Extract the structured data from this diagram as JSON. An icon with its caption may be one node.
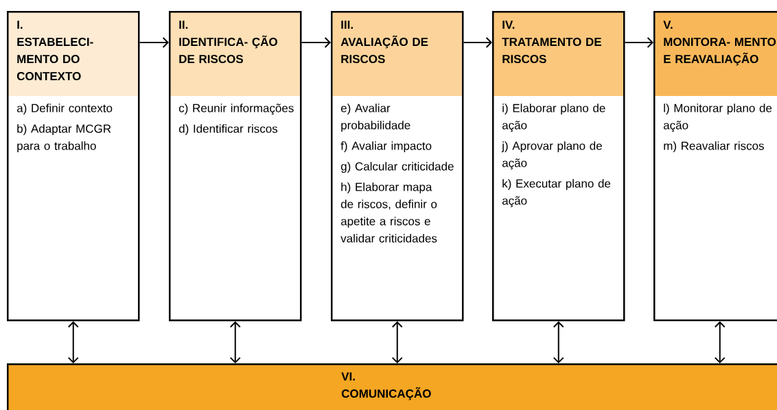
{
  "diagram": {
    "nodes": [
      {
        "text": [
          "I.",
          "ESTABELECI- MENTO DO CONTEXTO",
          "a) Definir contexto",
          "b) Adaptar MCGR para o trabalho"
        ]
      },
      {
        "text": [
          "II.",
          "IDENTIFICA- ÇÃO DE RISCOS",
          "c) Reunir informações",
          "d) Identificar riscos"
        ]
      },
      {
        "text": [
          "III.",
          "AVALIAÇÃO DE RISCOS",
          "e) Avaliar probabilidade",
          "f) Avaliar impacto",
          "g) Calcular criticidade",
          "h) Elaborar mapa de riscos, definir o apetite a riscos e validar criticidades"
        ]
      },
      {
        "text": [
          "IV.",
          "TRATAMENTO DE RISCOS",
          "i) Elaborar plano de ação",
          "j) Aprovar plano de ação",
          "k) Executar plano de ação"
        ]
      },
      {
        "text": [
          "V.",
          "MONITORA- MENTO E REAVALIAÇÃO",
          "l) Monitorar plano de ação",
          "m) Reavaliar riscos"
        ]
      },
      {
        "text": [
          "VI.",
          "COMUNICAÇÃO"
        ]
      }
    ],
    "edges": [
      {
        "from": 0,
        "to": 1,
        "arrow": "to"
      },
      {
        "from": 1,
        "to": 2,
        "arrow": "to"
      },
      {
        "from": 2,
        "to": 3,
        "arrow": "to"
      },
      {
        "from": 3,
        "to": 4,
        "arrow": "to"
      },
      {
        "from": 0,
        "to": 5,
        "arrow": "both"
      },
      {
        "from": 1,
        "to": 5,
        "arrow": "both"
      },
      {
        "from": 2,
        "to": 5,
        "arrow": "both"
      },
      {
        "from": 3,
        "to": 5,
        "arrow": "both"
      },
      {
        "from": 4,
        "to": 5,
        "arrow": "both"
      }
    ]
  }
}
